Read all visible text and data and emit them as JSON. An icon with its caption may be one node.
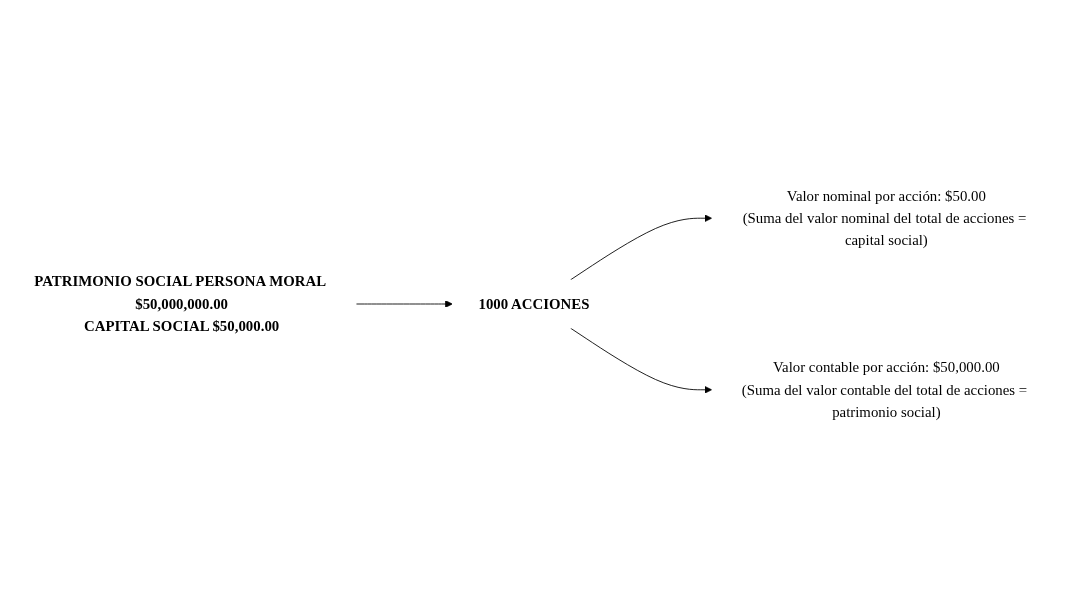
{
  "diagram": {
    "nodes": [
      {
        "text": [
          "PATRIMONIO SOCIAL PERSONA MORAL $50,000,000.00",
          "CAPITAL SOCIAL $50,000.00"
        ]
      },
      {
        "text": [
          "1000 ACCIONES"
        ]
      },
      {
        "text": [
          "Valor nominal por acción: $50.00",
          "(Suma del valor nominal del total de acciones = capital social)"
        ]
      },
      {
        "text": [
          "Valor contable por acción: $50,000.00",
          "(Suma del valor contable del total de acciones = patrimonio social)"
        ]
      }
    ],
    "edges": [
      {
        "from": 0,
        "to": 1,
        "arrow": "to"
      },
      {
        "from": 1,
        "to": 2,
        "arrow": "to"
      },
      {
        "from": 1,
        "to": 3,
        "arrow": "to"
      }
    ]
  }
}
